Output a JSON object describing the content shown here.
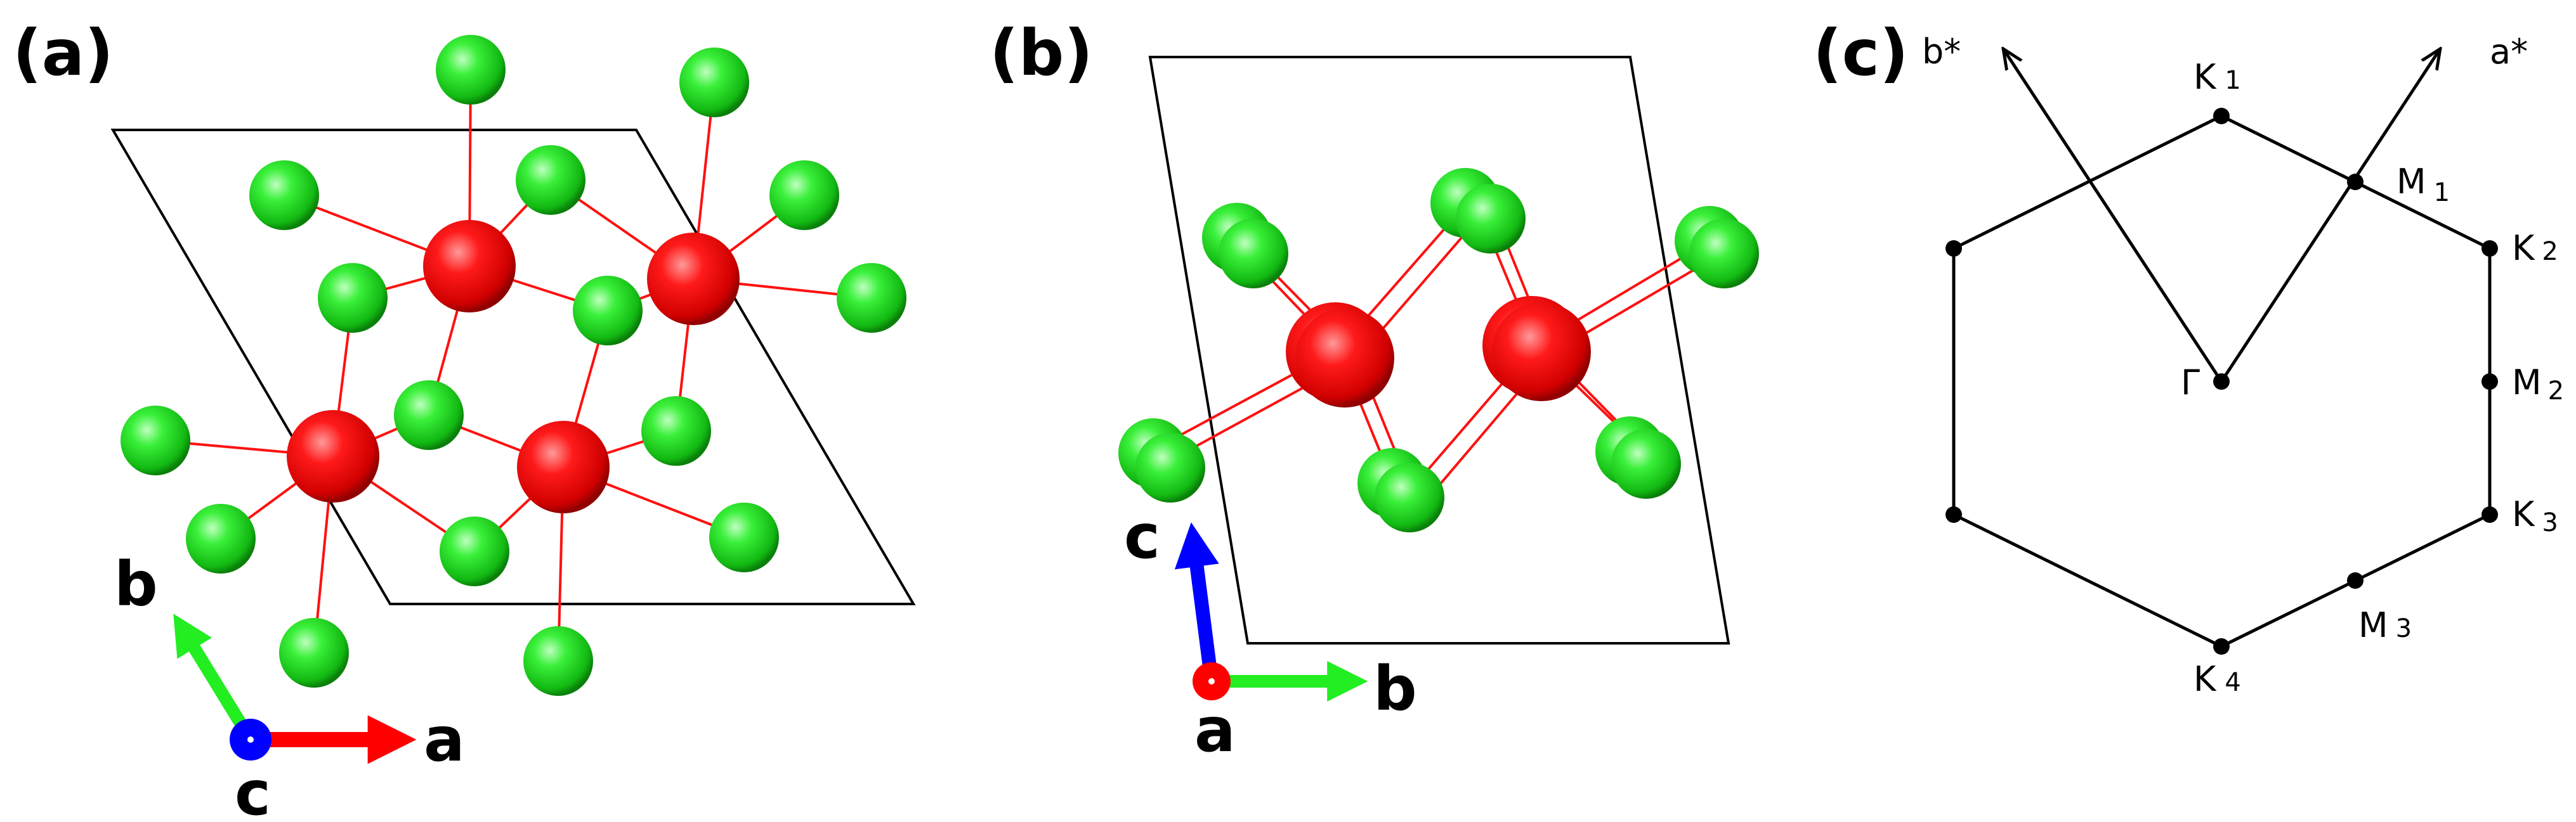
{
  "panels": {
    "a": {
      "label": "(a)",
      "axes": {
        "a": "a",
        "b": "b",
        "c": "c"
      }
    },
    "b": {
      "label": "(b)",
      "axes": {
        "a": "a",
        "b": "b",
        "c": "c"
      }
    },
    "c": {
      "label": "(c)",
      "reciprocal_axes": {
        "a_star": "a*",
        "b_star": "b*"
      },
      "points": {
        "gamma": "Γ",
        "K1": {
          "letter": "K",
          "sub": "1"
        },
        "K2": {
          "letter": "K",
          "sub": "2"
        },
        "K3": {
          "letter": "K",
          "sub": "3"
        },
        "K4": {
          "letter": "K",
          "sub": "4"
        },
        "M1": {
          "letter": "M",
          "sub": "1"
        },
        "M2": {
          "letter": "M",
          "sub": "2"
        },
        "M3": {
          "letter": "M",
          "sub": "3"
        }
      }
    }
  },
  "colors": {
    "metal_atom": "#ff0000",
    "ligand_atom": "#22dd22",
    "bond": "#ff1010",
    "axis_a": "#ff0000",
    "axis_b": "#22ee22",
    "axis_c": "#0000ff"
  }
}
